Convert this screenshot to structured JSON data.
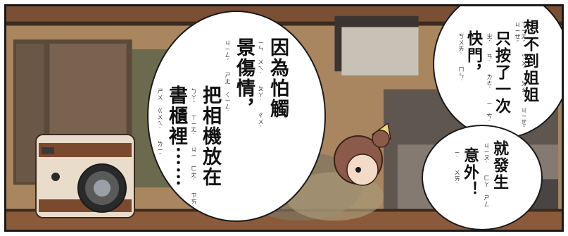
{
  "bubble_left": {
    "lines": [
      "因為怕觸",
      "景傷情，",
      "把相機放在",
      "書櫃裡⋯⋯"
    ],
    "ruby": [
      "ㄧㄣ ㄨㄟˋ ㄆㄚˋ ㄔㄨˋ",
      "ㄐㄧㄥˇ ㄕㄤ ㄑㄧㄥˊ",
      "ㄅㄚˇ ㄒㄧㄤˋ ㄐㄧ ㄈㄤˋ ㄗㄞˋ",
      "ㄕㄨ ㄍㄨㄟˋ ㄌㄧˇ"
    ]
  },
  "bubble_top_right": {
    "lines": [
      "想不到姐姐",
      "只按了一次",
      "快門，"
    ],
    "ruby": [
      "ㄒㄧㄤˇ ㄅㄨˋ ㄉㄠˋ ㄐㄧㄝˇ ㄐㄧㄝˇ",
      "ㄓˇ ㄢˋ ㄌㄜ˙ ㄧ ㄘˋ",
      "ㄎㄨㄞˋ ㄇㄣˊ"
    ]
  },
  "bubble_bottom_right": {
    "lines": [
      "就發生",
      "意外！"
    ],
    "ruby": [
      "ㄐㄧㄡˋ ㄈㄚ ㄕㄥ",
      "ㄧˋ ㄨㄞˋ"
    ]
  },
  "colors": {
    "panel_bg": "#cbb497",
    "shelf_wood": "#8a5a3a",
    "book_dark": "#5b4a3a",
    "camera_body": "#e9dccb",
    "camera_trim": "#7b4a2e",
    "hair": "#8b5a4a",
    "ribbon": "#f1d77a"
  }
}
